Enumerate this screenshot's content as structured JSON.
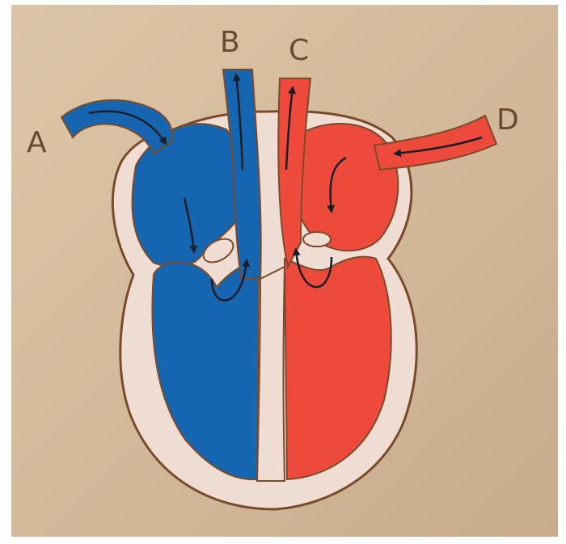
{
  "labels": {
    "A": "A",
    "B": "B",
    "C": "C",
    "D": "D"
  },
  "colors": {
    "background": "#d6bd9d",
    "outline": "#7a4a2a",
    "heart_wall": "#efdcd2",
    "deoxygenated": "#1565b0",
    "oxygenated": "#ee4a3c",
    "arrow": "#1d1d28"
  }
}
